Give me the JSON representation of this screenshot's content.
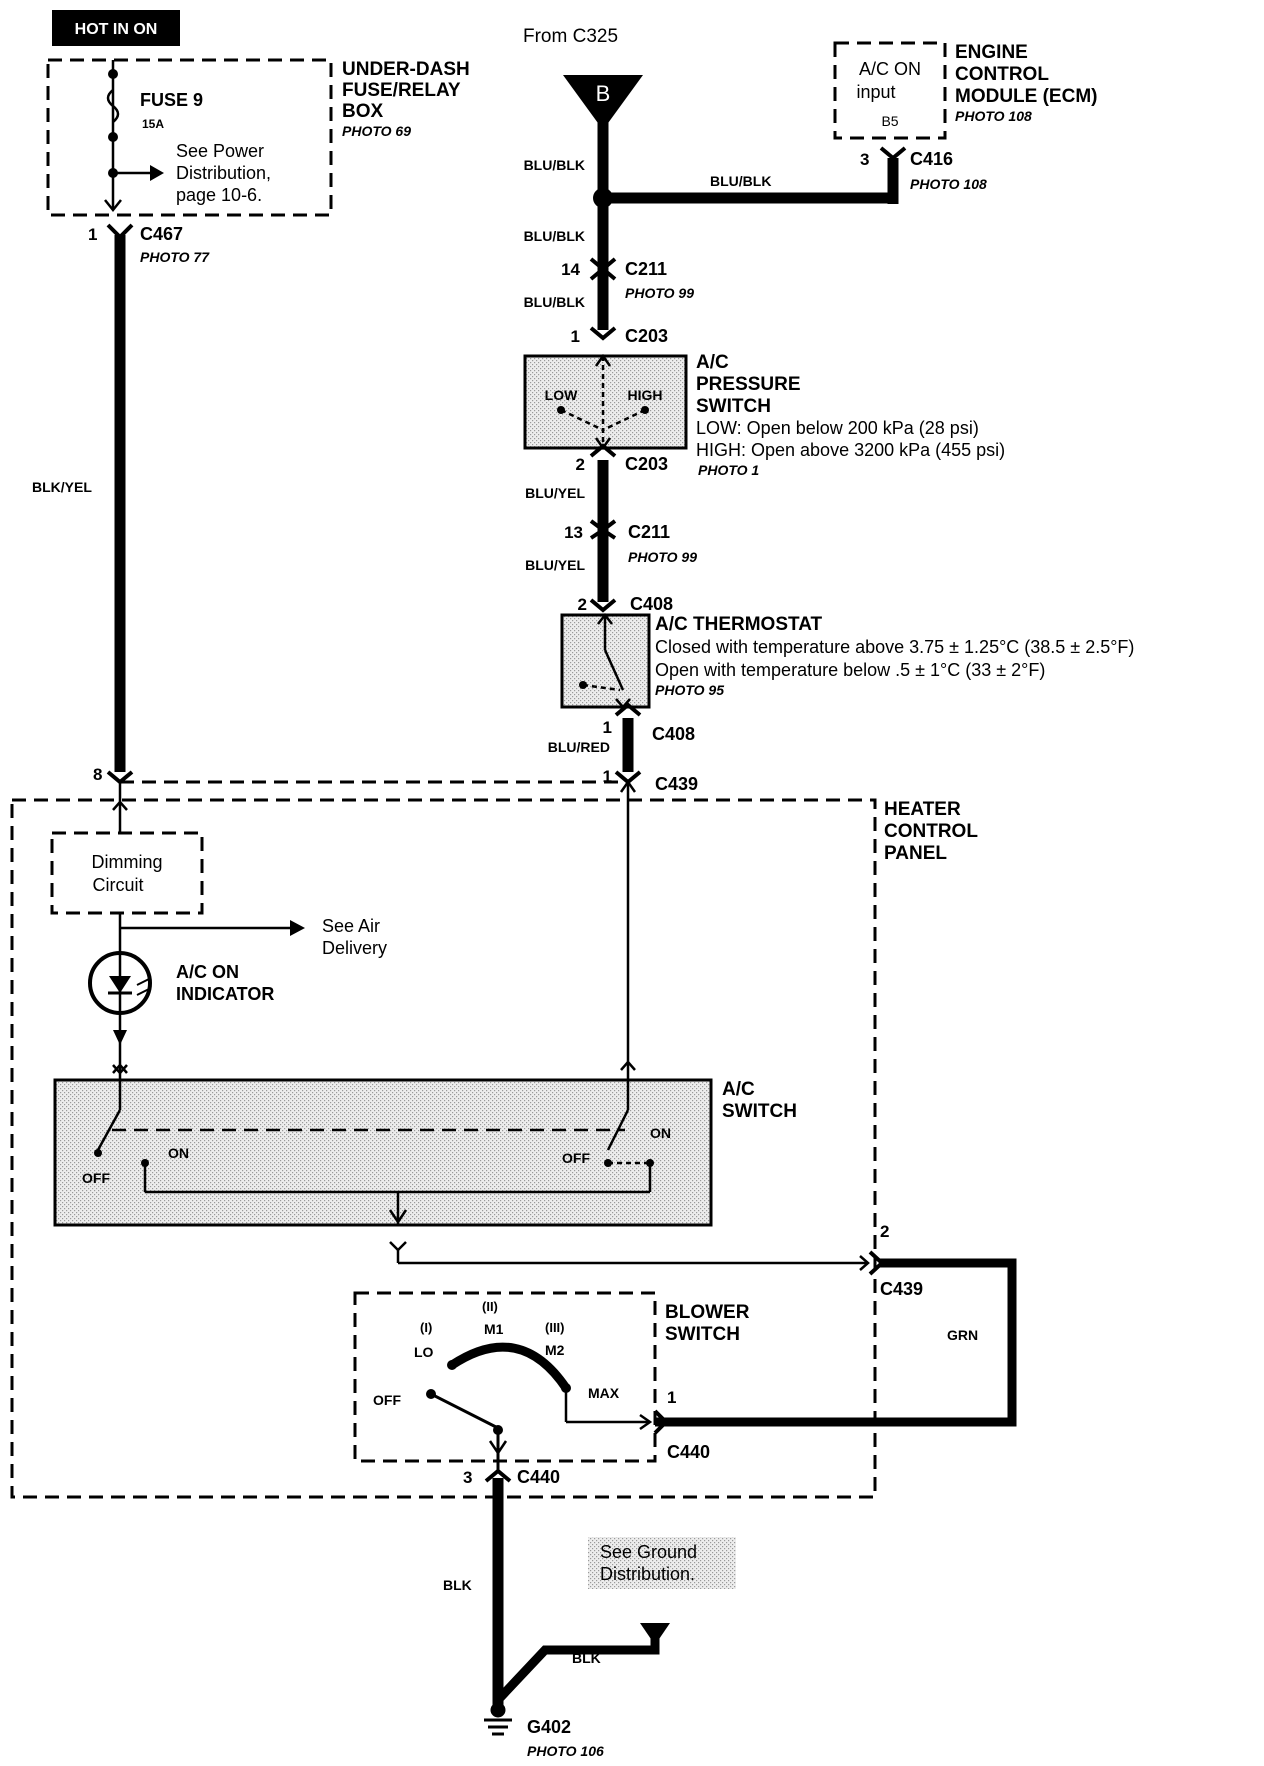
{
  "header": {
    "hot_in_on": "HOT IN ON",
    "from_c325": "From C325",
    "connector_b": "B"
  },
  "fuse_box": {
    "fuse": "FUSE 9",
    "rating": "15A",
    "see_power": [
      "See Power",
      "Distribution,",
      "page 10-6."
    ],
    "name": [
      "UNDER-DASH",
      "FUSE/RELAY",
      "BOX"
    ],
    "photo": "PHOTO 69"
  },
  "ecm": {
    "input": [
      "A/C ON",
      "input"
    ],
    "pin": "B5",
    "name": [
      "ENGINE",
      "CONTROL",
      "MODULE (ECM)"
    ],
    "photo": "PHOTO 108"
  },
  "connectors": {
    "c416": {
      "pin": "3",
      "name": "C416",
      "photo": "PHOTO 108"
    },
    "c467": {
      "pin": "1",
      "name": "C467",
      "photo": "PHOTO 77"
    },
    "c211_top": {
      "pin": "14",
      "name": "C211",
      "photo": "PHOTO 99"
    },
    "c203_top": {
      "pin": "1",
      "name": "C203"
    },
    "c203_bot": {
      "pin": "2",
      "name": "C203"
    },
    "c211_bot": {
      "pin": "13",
      "name": "C211",
      "photo": "PHOTO 99"
    },
    "c408_top": {
      "pin": "2",
      "name": "C408"
    },
    "c408_bot": {
      "pin": "1",
      "name": "C408"
    },
    "c439_1": {
      "pin": "1",
      "name": "C439"
    },
    "c439_8": {
      "pin": "8"
    },
    "c439_2": {
      "pin": "2",
      "name": "C439"
    },
    "c440_1": {
      "pin": "1",
      "name": "C440"
    },
    "c440_3": {
      "pin": "3",
      "name": "C440"
    }
  },
  "wires": {
    "blu_blk": "BLU/BLK",
    "blk_yel": "BLK/YEL",
    "blu_yel": "BLU/YEL",
    "blu_red": "BLU/RED",
    "grn": "GRN",
    "blk": "BLK"
  },
  "pressure_switch": {
    "name": [
      "A/C",
      "PRESSURE",
      "SWITCH"
    ],
    "low": "LOW",
    "high": "HIGH",
    "spec_low": "LOW: Open below 200 kPa (28 psi)",
    "spec_high": "HIGH: Open above 3200 kPa (455 psi)",
    "photo": "PHOTO 1"
  },
  "thermostat": {
    "name": "A/C THERMOSTAT",
    "closed": "Closed with temperature above 3.75 ± 1.25°C (38.5 ± 2.5°F)",
    "open": "Open with temperature below .5 ± 1°C (33 ± 2°F)",
    "photo": "PHOTO 95"
  },
  "heater_panel": {
    "name": [
      "HEATER",
      "CONTROL",
      "PANEL"
    ],
    "dimming": [
      "Dimming",
      "Circuit"
    ],
    "see_air": [
      "See Air",
      "Delivery"
    ],
    "indicator": [
      "A/C ON",
      "INDICATOR"
    ],
    "ac_switch": [
      "A/C",
      "SWITCH"
    ],
    "off": "OFF",
    "on": "ON"
  },
  "blower_switch": {
    "name": [
      "BLOWER",
      "SWITCH"
    ],
    "i": "(I)",
    "lo": "LO",
    "ii": "(II)",
    "m1": "M1",
    "iii": "(III)",
    "m2": "M2",
    "off": "OFF",
    "max": "MAX"
  },
  "ground": {
    "see_ground": [
      "See Ground",
      "Distribution."
    ],
    "name": "G402",
    "photo": "PHOTO 106"
  }
}
